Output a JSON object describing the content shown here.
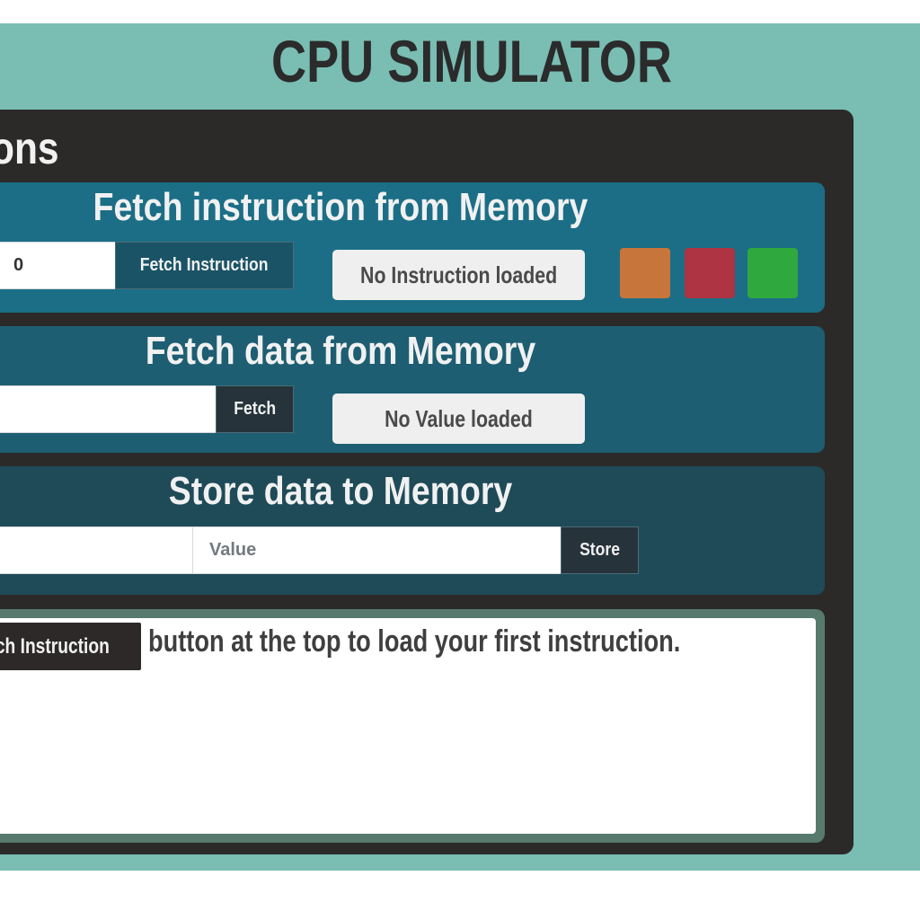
{
  "app": {
    "title": "CPU SIMULATOR"
  },
  "panel": {
    "heading": "ons"
  },
  "fetch_instruction": {
    "title": "Fetch instruction from Memory",
    "address_value": "0",
    "button_label": "Fetch Instruction",
    "display_text": "No Instruction loaded",
    "indicators": [
      {
        "name": "orange",
        "color": "#c8753b"
      },
      {
        "name": "red",
        "color": "#ae3443"
      },
      {
        "name": "green",
        "color": "#2fa83e"
      }
    ]
  },
  "fetch_data": {
    "title": "Fetch data from Memory",
    "address_value": "",
    "button_label": "Fetch",
    "display_text": "No Value loaded"
  },
  "store_data": {
    "title": "Store data to Memory",
    "address_value": "",
    "value_placeholder": "Value",
    "button_label": "Store"
  },
  "message": {
    "button_chip": "ch Instruction",
    "text": "button at the top to load your first instruction."
  },
  "colors": {
    "page_background": "#79bdb3",
    "panel_background": "#2b2a29",
    "section_fetch_instruction": "#1b6e86",
    "section_fetch_data": "#1d5e72",
    "section_store": "#1f4b58",
    "display_background": "#efefef"
  }
}
